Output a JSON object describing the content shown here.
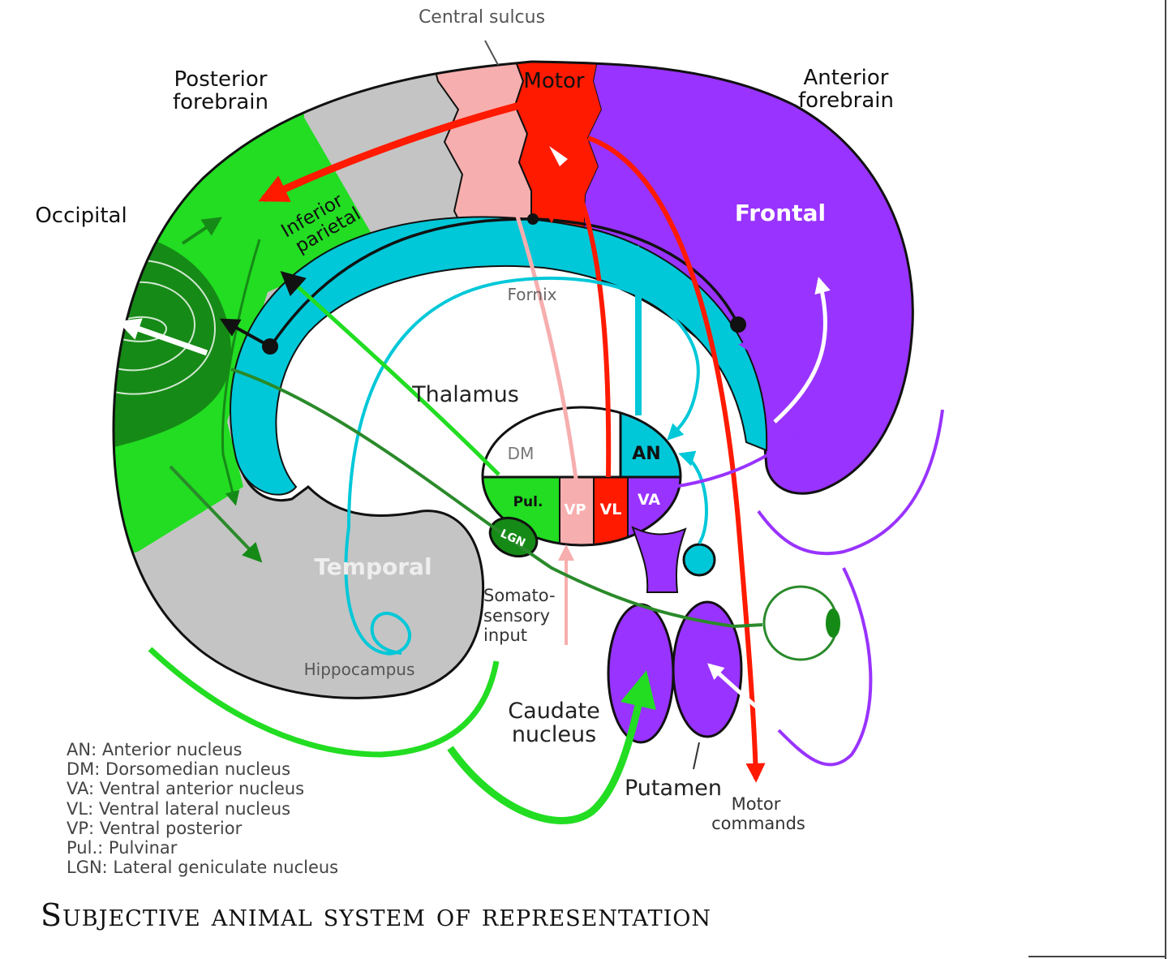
{
  "labels": {
    "central_sulcus": "Central sulcus",
    "posterior_forebrain": [
      "Posterior",
      "forebrain"
    ],
    "anterior_forebrain": [
      "Anterior",
      "forebrain"
    ],
    "motor": "Motor",
    "occipital": "Occipital",
    "inferior_parietal": [
      "Inferior",
      "parietal"
    ],
    "frontal": "Frontal",
    "fornix": "Fornix",
    "thalamus": "Thalamus",
    "dm": "DM",
    "an": "AN",
    "pul": "Pul.",
    "vp": "VP",
    "vl": "VL",
    "va": "VA",
    "lgn": "LGN",
    "temporal": "Temporal",
    "hippocampus": "Hippocampus",
    "somatosensory_input": [
      "Somato-",
      "sensory",
      "input"
    ],
    "caudate_nucleus": [
      "Caudate",
      "nucleus"
    ],
    "putamen": "Putamen",
    "motor_commands": [
      "Motor",
      "commands"
    ]
  },
  "legend": [
    "AN: Anterior nucleus",
    "DM: Dorsomedian nucleus",
    "VA: Ventral anterior nucleus",
    "VL: Ventral lateral nucleus",
    "VP: Ventral posterior",
    "Pul.: Pulvinar",
    "LGN: Lateral geniculate nucleus"
  ],
  "title": "Subjective animal system of representation",
  "colors": {
    "occipital_green": "#22dd22",
    "visual_dark_green": "#168a16",
    "parietal_gray": "#c4c4c4",
    "somatosensory_pink": "#f7aeae",
    "motor_red": "#ff1a00",
    "frontal_purple": "#9933ff",
    "fornix_cyan": "#00c8d8",
    "eye_green": "#2a8a2a",
    "outline": "#111111"
  }
}
